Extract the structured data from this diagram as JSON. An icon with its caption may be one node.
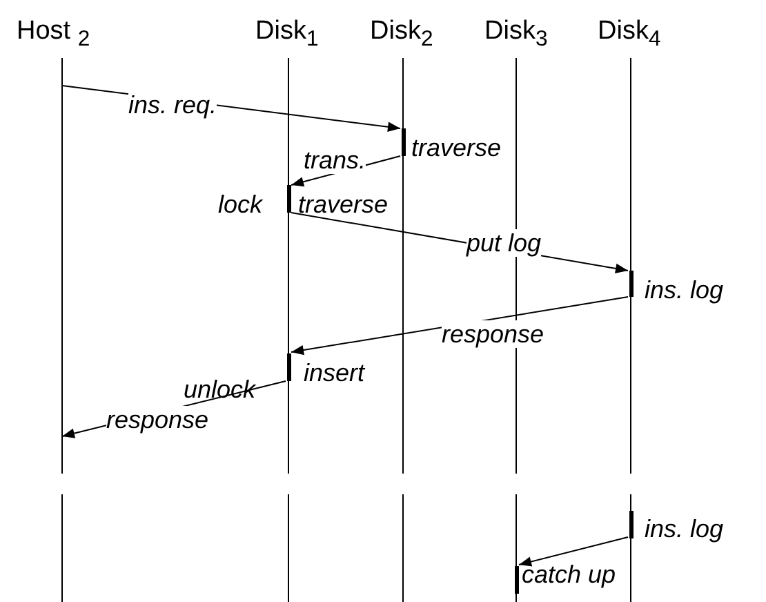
{
  "diagram": {
    "nodes": [
      {
        "text": [
          "Host $_{2}$"
        ]
      },
      {
        "text": [
          "Disk$_{1}$"
        ]
      },
      {
        "text": [
          "Disk$_{2}$"
        ]
      },
      {
        "text": [
          "Disk$_{3}$"
        ]
      },
      {
        "text": [
          "Disk$_{4}$"
        ]
      },
      {
        "text": [],
        "shape": "bar",
        "beside": [
          "traverse"
        ]
      },
      {
        "text": [],
        "shape": "bar",
        "beside": [
          "lock",
          "traverse"
        ]
      },
      {
        "text": [],
        "shape": "bar",
        "beside": [
          "ins. log"
        ]
      },
      {
        "text": [],
        "shape": "bar",
        "beside": [
          "insert",
          "unlock"
        ]
      },
      {
        "text": [],
        "shape": "bar",
        "beside": [
          "ins. log"
        ]
      },
      {
        "text": [],
        "shape": "bar",
        "beside": [
          "catch up"
        ]
      }
    ],
    "edges": [
      {
        "from": 0,
        "to": 5,
        "arrow": "to",
        "label": "ins. req."
      },
      {
        "from": 5,
        "to": 6,
        "arrow": "to",
        "label": "trans."
      },
      {
        "from": 6,
        "to": 7,
        "arrow": "to",
        "label": "put log"
      },
      {
        "from": 7,
        "to": 8,
        "arrow": "to",
        "label": "response"
      },
      {
        "from": 8,
        "to": 0,
        "arrow": "to",
        "label": "response"
      },
      {
        "from": 9,
        "to": 10,
        "arrow": "to"
      }
    ]
  }
}
